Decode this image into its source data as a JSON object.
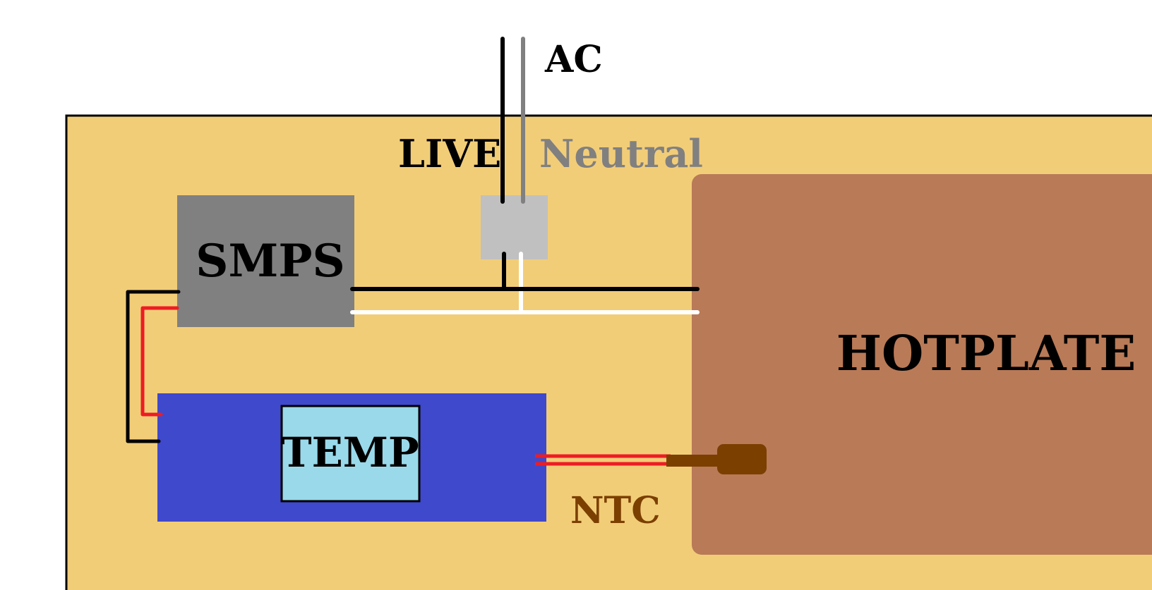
{
  "labels": {
    "ac": "AC",
    "live": "LIVE",
    "neutral": "Neutral",
    "smps": "SMPS",
    "temp": "TEMP",
    "hotplate": "HOTPLATE",
    "ntc": "NTC"
  },
  "colors": {
    "background": "#ffffff",
    "enclosure": "#f2cd78",
    "smps": "#808080",
    "switch_box": "#c0c0c0",
    "temp_module": "#3f49cc",
    "temp_display": "#99d9ea",
    "hotplate": "#b97a57",
    "ntc_probe": "#7b3f00",
    "live_wire": "#000000",
    "neutral_wire": "#808080",
    "dc_positive_wire": "#ed1c24",
    "dc_negative_wire": "#000000",
    "load_wire": "#ffffff"
  }
}
